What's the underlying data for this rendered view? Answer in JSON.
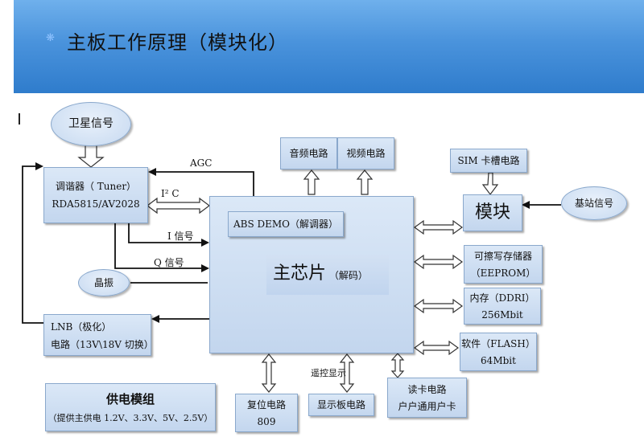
{
  "header": {
    "title": "主板工作原理（模块化）"
  },
  "satellite": {
    "label": "卫星信号"
  },
  "tuner": {
    "line1": "调谐器（ Tuner）",
    "line2": "RDA5815/AV2028"
  },
  "agc": {
    "label": "AGC"
  },
  "i2c": {
    "label": "I² C"
  },
  "i_signal": {
    "label": "I 信号"
  },
  "q_signal": {
    "label": "Q 信号"
  },
  "crystal": {
    "label": "晶振"
  },
  "lnb": {
    "line1": "LNB（极化）",
    "line2": "电路（13V\\18V 切换）"
  },
  "power": {
    "line1": "供电模组",
    "line2": "（提供主供电 1.2V、3.3V、5V、2.5V）"
  },
  "main_chip": {
    "label": "主芯片",
    "sub": "（解码）"
  },
  "abs_demo": {
    "label": "ABS DEMO（解调器）"
  },
  "audio": {
    "label": "音频电路"
  },
  "video": {
    "label": "视频电路"
  },
  "sim": {
    "label": "SIM 卡槽电路"
  },
  "module": {
    "label": "模块"
  },
  "base_station": {
    "label": "基站信号"
  },
  "eeprom": {
    "line1": "可擦写存储器",
    "line2": "（EEPROM）"
  },
  "ddr": {
    "line1": "内存（DDRI）",
    "line2": "256Mbit"
  },
  "flash": {
    "line1": "软件（FLASH）",
    "line2": "64Mbit"
  },
  "reset": {
    "line1": "复位电路",
    "line2": "809"
  },
  "remote": {
    "label": "遥控显示"
  },
  "display": {
    "label": "显示板电路"
  },
  "card_reader": {
    "line1": "读卡电路",
    "line2": "户户通用户卡"
  }
}
